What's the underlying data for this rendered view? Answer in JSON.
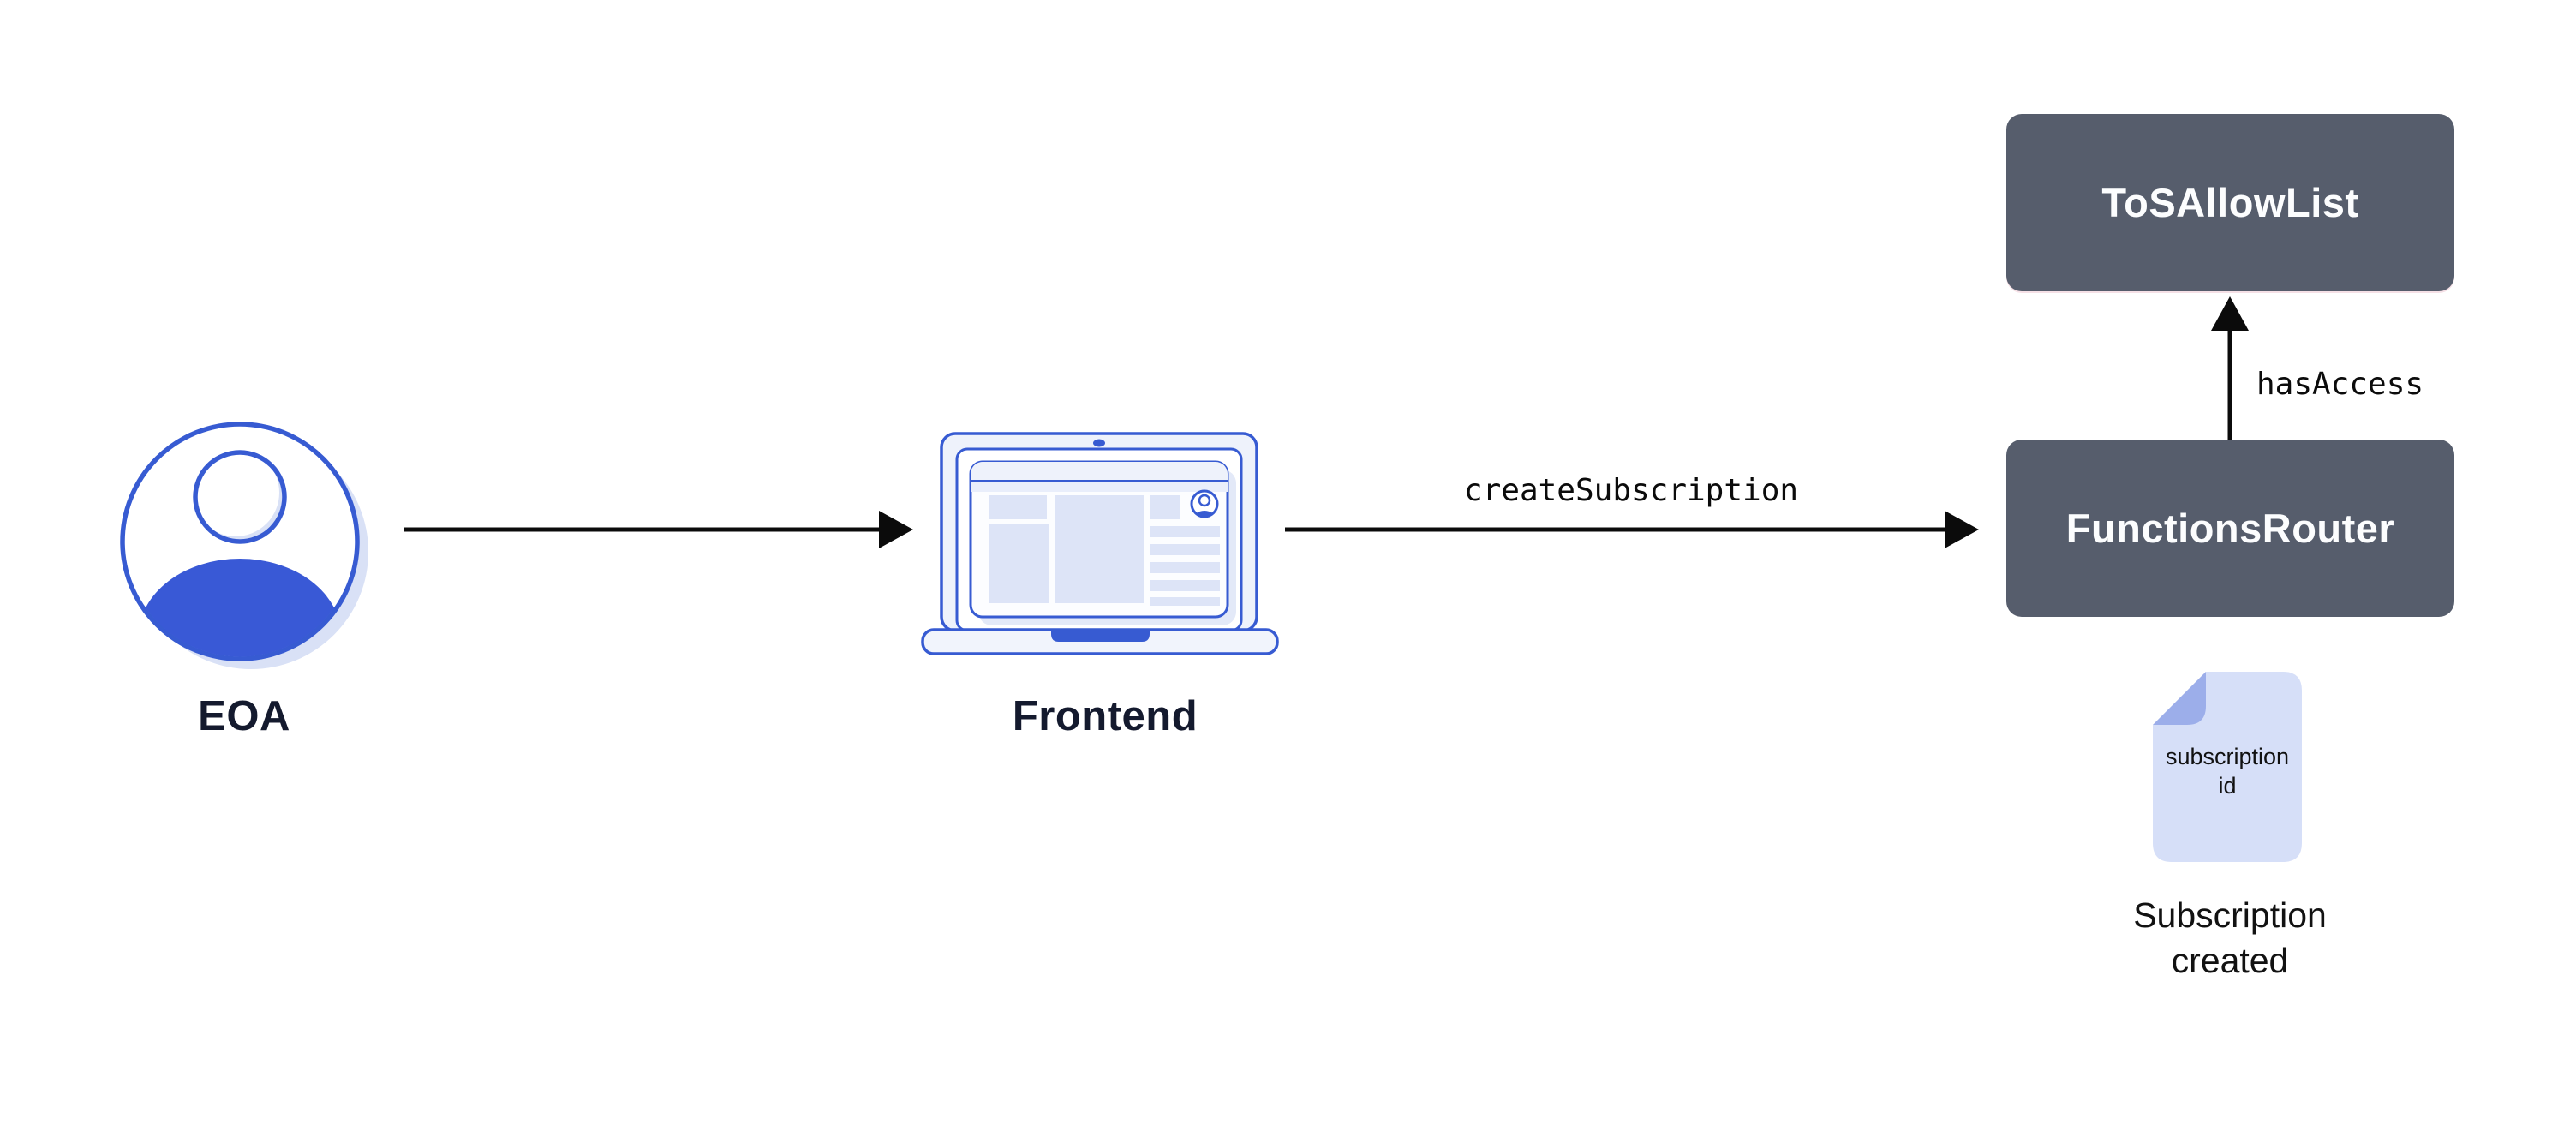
{
  "nodes": {
    "eoa": {
      "label": "EOA"
    },
    "frontend": {
      "label": "Frontend"
    },
    "functions_router": {
      "label": "FunctionsRouter"
    },
    "tos_allow_list": {
      "label": "ToSAllowList"
    }
  },
  "edges": {
    "eoa_to_frontend": {
      "label": ""
    },
    "frontend_to_functions_router": {
      "label": "createSubscription"
    },
    "functions_router_to_tos_allow_list": {
      "label": "hasAccess"
    }
  },
  "artifact": {
    "doc_line1": "subscription",
    "doc_line2": "id",
    "caption_line1": "Subscription",
    "caption_line2": "created"
  },
  "icons": {
    "eoa": "user-avatar-icon",
    "frontend": "laptop-icon",
    "artifact": "document-icon"
  },
  "colors": {
    "brand_blue": "#375BD2",
    "fill_blue": "#3959D6",
    "light_lavender": "#D9E1F6",
    "panel_fill": "#DDE4F7",
    "node_dark": "#565D6C",
    "arrow_black": "#0B0B0B",
    "label_dark": "#141A2E",
    "doc_fill": "#D6DFF8",
    "doc_fold": "#9CAEEA",
    "background": "#FFFFFF"
  }
}
